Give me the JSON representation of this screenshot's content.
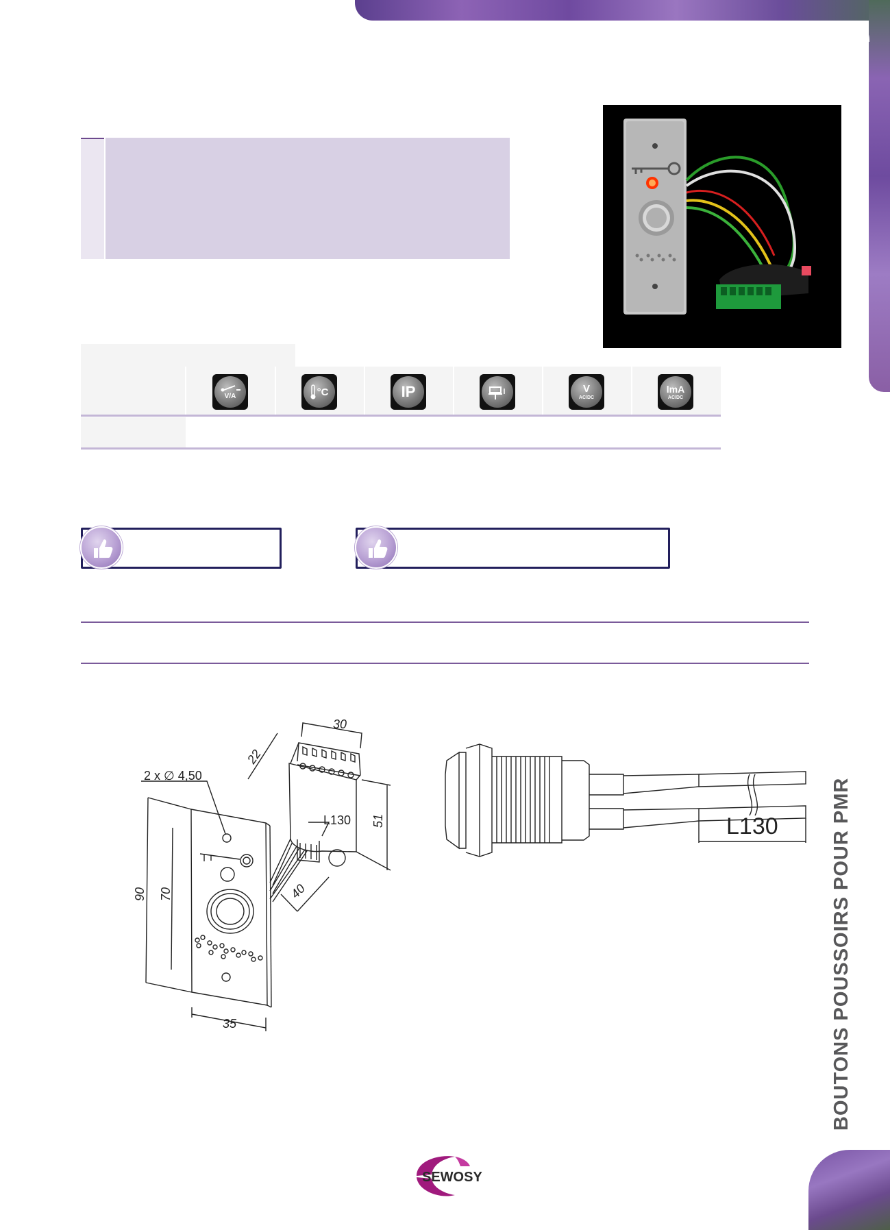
{
  "side_title": "BOUTONS POUSSOIRS POUR PMR",
  "brand": "SEWOSY",
  "spec_icons": [
    {
      "name": "switch-va-icon",
      "label": "V/A"
    },
    {
      "name": "temperature-icon",
      "label": "°C"
    },
    {
      "name": "ip-rating-icon",
      "label": "IP"
    },
    {
      "name": "mounting-icon",
      "label": ""
    },
    {
      "name": "voltage-icon",
      "label": "V",
      "sub": "AC/DC"
    },
    {
      "name": "current-icon",
      "label": "lmA",
      "sub": "AC/DC"
    }
  ],
  "drawing": {
    "holes": "2 x ∅ 4,50",
    "cable_length": "L130",
    "dim_90": "90",
    "dim_70": "70",
    "dim_35": "35",
    "dim_40": "40",
    "dim_30": "30",
    "dim_22": "22",
    "dim_51": "51",
    "side_cable_length": "L130"
  },
  "colors": {
    "accent_purple": "#7a5a9a",
    "header_box": "#d8d0e4",
    "badge_border": "#221f5c",
    "logo_magenta": "#a01a7d"
  }
}
